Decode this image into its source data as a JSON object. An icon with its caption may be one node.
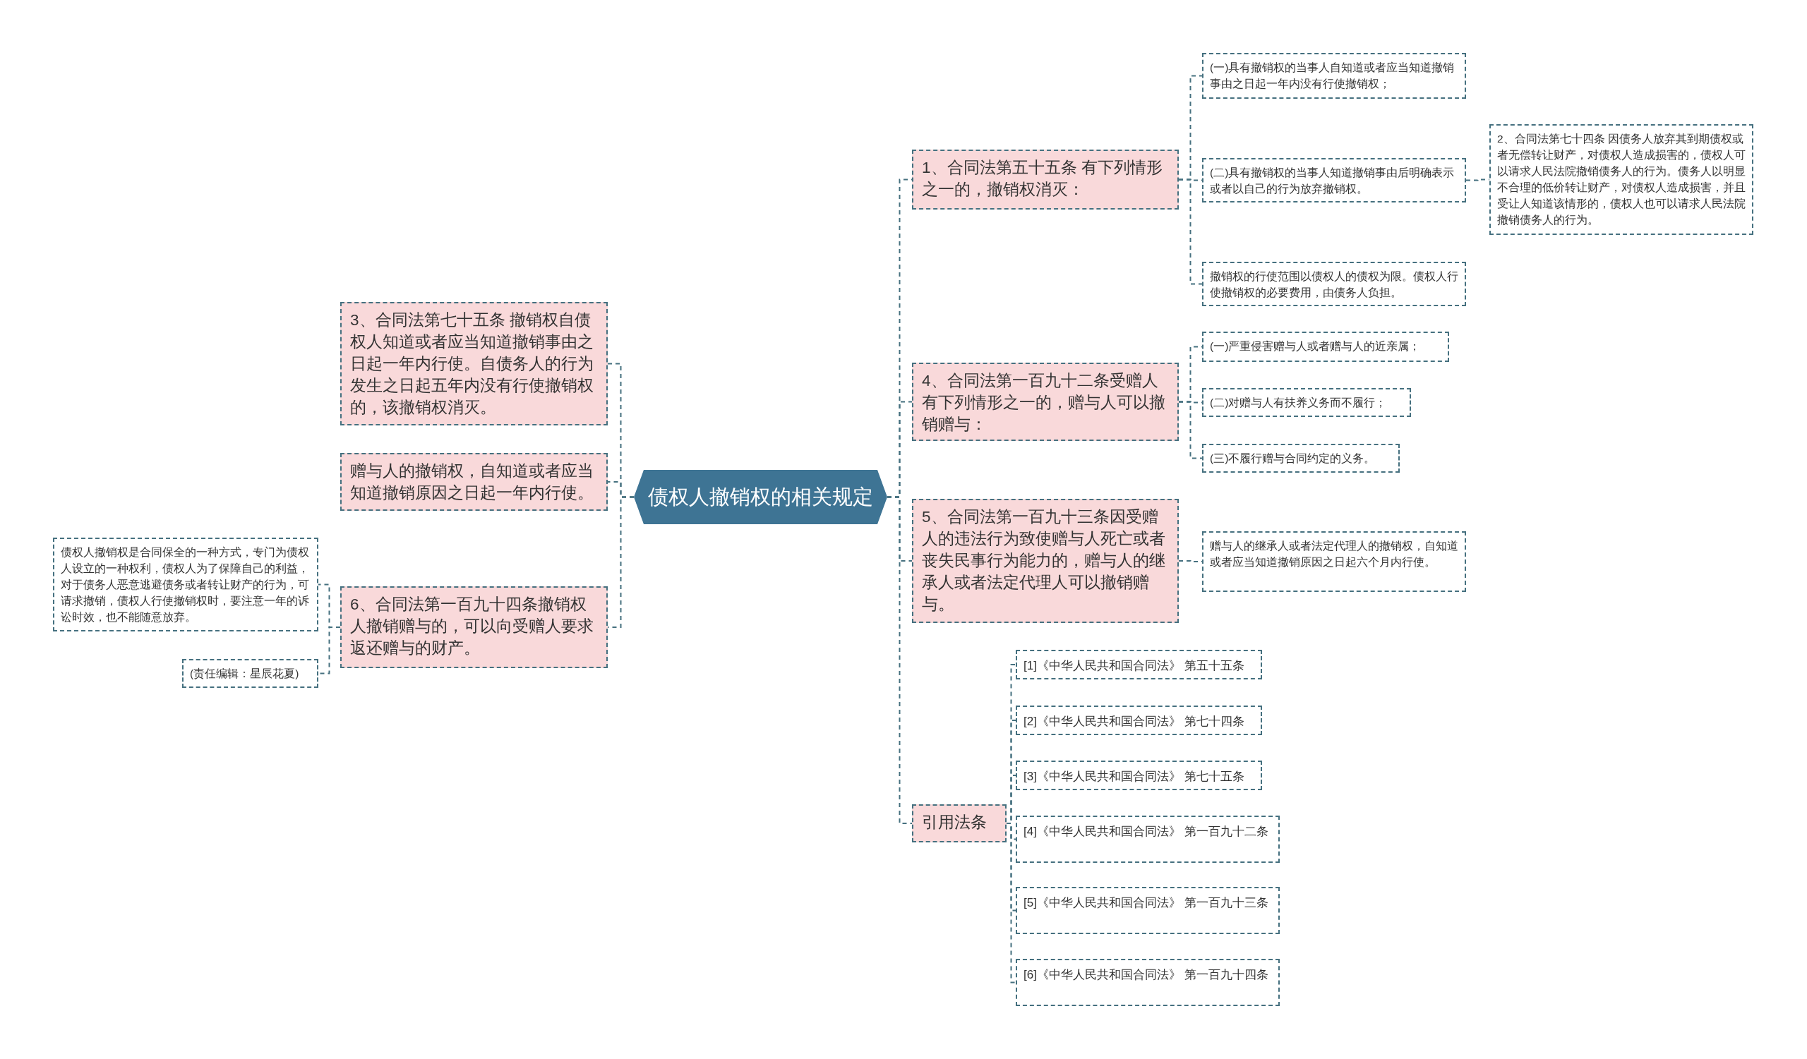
{
  "diagram": {
    "nodes": [
      {
        "text": [
          "债权人撤销权的相关规定"
        ]
      },
      {
        "text": [
          "1、合同法第五十五条 有下列情形之一的，撤销权消灭："
        ]
      },
      {
        "text": [
          "(一)具有撤销权的当事人自知道或者应当知道撤销事由之日起一年内没有行使撤销权；"
        ]
      },
      {
        "text": [
          "(二)具有撤销权的当事人知道撤销事由后明确表示或者以自己的行为放弃撤销权。"
        ]
      },
      {
        "text": [
          "2、合同法第七十四条 因债务人放弃其到期债权或者无偿转让财产，对债权人造成损害的，债权人可以请求人民法院撤销债务人的行为。债务人以明显不合理的低价转让财产，对债权人造成损害，并且受让人知道该情形的，债权人也可以请求人民法院撤销债务人的行为。"
        ]
      },
      {
        "text": [
          "撤销权的行使范围以债权人的债权为限。债权人行使撤销权的必要费用，由债务人负担。"
        ]
      },
      {
        "text": [
          "4、合同法第一百九十二条受赠人有下列情形之一的，赠与人可以撤销赠与："
        ]
      },
      {
        "text": [
          "(一)严重侵害赠与人或者赠与人的近亲属；"
        ]
      },
      {
        "text": [
          "(二)对赠与人有扶养义务而不履行；"
        ]
      },
      {
        "text": [
          "(三)不履行赠与合同约定的义务。"
        ]
      },
      {
        "text": [
          "5、合同法第一百九十三条因受赠人的违法行为致使赠与人死亡或者丧失民事行为能力的，赠与人的继承人或者法定代理人可以撤销赠与。"
        ]
      },
      {
        "text": [
          "赠与人的继承人或者法定代理人的撤销权，自知道或者应当知道撤销原因之日起六个月内行使。"
        ]
      },
      {
        "text": [
          "引用法条"
        ]
      },
      {
        "text": [
          "[1]《中华人民共和国合同法》 第五十五条"
        ]
      },
      {
        "text": [
          "[2]《中华人民共和国合同法》 第七十四条"
        ]
      },
      {
        "text": [
          "[3]《中华人民共和国合同法》 第七十五条"
        ]
      },
      {
        "text": [
          "[4]《中华人民共和国合同法》 第一百九十二条"
        ]
      },
      {
        "text": [
          "[5]《中华人民共和国合同法》 第一百九十三条"
        ]
      },
      {
        "text": [
          "[6]《中华人民共和国合同法》 第一百九十四条"
        ]
      },
      {
        "text": [
          "3、合同法第七十五条 撤销权自债权人知道或者应当知道撤销事由之日起一年内行使。自债务人的行为发生之日起五年内没有行使撤销权的，该撤销权消灭。"
        ]
      },
      {
        "text": [
          "赠与人的撤销权，自知道或者应当知道撤销原因之日起一年内行使。"
        ]
      },
      {
        "text": [
          "6、合同法第一百九十四条撤销权人撤销赠与的，可以向受赠人要求返还赠与的财产。"
        ]
      },
      {
        "text": [
          "债权人撤销权是合同保全的一种方式，专门为债权人设立的一种权利，债权人为了保障自己的利益，对于债务人恶意逃避债务或者转让财产的行为，可请求撤销，债权人行使撤销权时，要注意一年的诉讼时效，也不能随意放弃。"
        ]
      },
      {
        "text": [
          "(责任编辑：星辰花夏)"
        ]
      }
    ],
    "edges": [
      {
        "from": 0,
        "to": 1,
        "arrow": "none",
        "style": "dashed"
      },
      {
        "from": 1,
        "to": 2,
        "arrow": "none",
        "style": "dashed"
      },
      {
        "from": 1,
        "to": 3,
        "arrow": "none",
        "style": "dashed"
      },
      {
        "from": 3,
        "to": 4,
        "arrow": "none",
        "style": "dashed"
      },
      {
        "from": 1,
        "to": 5,
        "arrow": "none",
        "style": "dashed"
      },
      {
        "from": 0,
        "to": 6,
        "arrow": "none",
        "style": "dashed"
      },
      {
        "from": 6,
        "to": 7,
        "arrow": "none",
        "style": "dashed"
      },
      {
        "from": 6,
        "to": 8,
        "arrow": "none",
        "style": "dashed"
      },
      {
        "from": 6,
        "to": 9,
        "arrow": "none",
        "style": "dashed"
      },
      {
        "from": 0,
        "to": 10,
        "arrow": "none",
        "style": "dashed"
      },
      {
        "from": 10,
        "to": 11,
        "arrow": "none",
        "style": "dashed"
      },
      {
        "from": 0,
        "to": 12,
        "arrow": "none",
        "style": "dashed"
      },
      {
        "from": 12,
        "to": 13,
        "arrow": "none",
        "style": "dashed"
      },
      {
        "from": 12,
        "to": 14,
        "arrow": "none",
        "style": "dashed"
      },
      {
        "from": 12,
        "to": 15,
        "arrow": "none",
        "style": "dashed"
      },
      {
        "from": 12,
        "to": 16,
        "arrow": "none",
        "style": "dashed"
      },
      {
        "from": 12,
        "to": 17,
        "arrow": "none",
        "style": "dashed"
      },
      {
        "from": 12,
        "to": 18,
        "arrow": "none",
        "style": "dashed"
      },
      {
        "from": 0,
        "to": 19,
        "arrow": "none",
        "style": "dashed"
      },
      {
        "from": 0,
        "to": 20,
        "arrow": "none",
        "style": "dashed"
      },
      {
        "from": 0,
        "to": 21,
        "arrow": "none",
        "style": "dashed"
      },
      {
        "from": 21,
        "to": 22,
        "arrow": "none",
        "style": "dashed"
      },
      {
        "from": 21,
        "to": 23,
        "arrow": "none",
        "style": "dashed"
      }
    ]
  }
}
